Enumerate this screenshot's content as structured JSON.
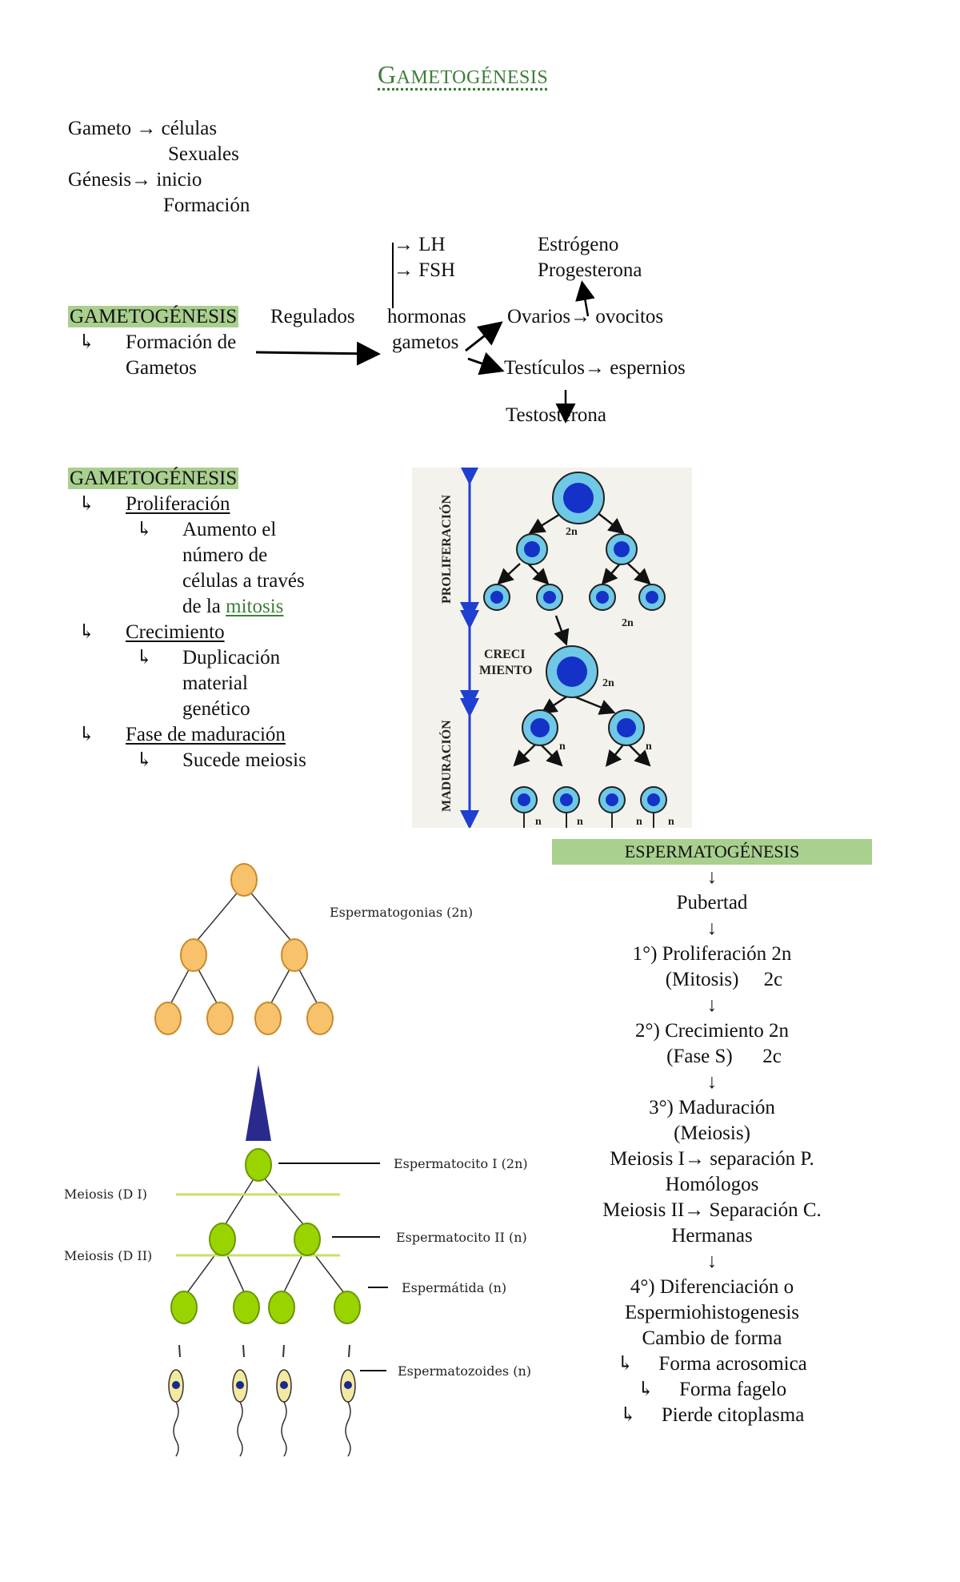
{
  "title": {
    "first": "G",
    "rest": "AMETOGÉNESIS"
  },
  "defs": {
    "gameto": "Gameto → células",
    "sexuales": "Sexuales",
    "genesis": "Génesis→ inicio",
    "formacion": "Formación"
  },
  "flow": {
    "lh": "→ LH",
    "fsh": "→ FSH",
    "estrogeno": "Estrógeno",
    "progesterona": "Progesterona",
    "heading": "GAMETOGÉNESIS",
    "regulados": "Regulados",
    "hormonas": "hormonas",
    "gametos_word": "gametos",
    "ovarios": "Ovarios→ ovocitos",
    "formacion_de": "Formación de",
    "gametos": "Gametos",
    "testiculos": "Testículos→ espernios",
    "testosterona": "Testosterona",
    "hook": "↳"
  },
  "phases": {
    "heading": "GAMETOGÉNESIS",
    "proliferacion": "Proliferación",
    "aumento_1": "Aumento el",
    "aumento_2": "número de",
    "aumento_3": "células a través",
    "aumento_4": "de la",
    "mitosis": "mitosis",
    "crecimiento": "Crecimiento",
    "dup_1": "Duplicación",
    "dup_2": "material",
    "dup_3": "genético",
    "maduracion": "Fase de maduración",
    "sucede": "Sucede meiosis"
  },
  "fig1": {
    "proliferacion": "PROLIFERACIÓN",
    "creci": "CRECI",
    "miento": "MIENTO",
    "maduracion": "MADURACIÓN",
    "lbl_2n": "2n",
    "lbl_n": "n"
  },
  "fig2": {
    "espermatogonias": "Espermatogonias (2n)",
    "espermatocito1": "Espermatocito I (2n)",
    "espermatocito2": "Espermatocito II (n)",
    "espermatida": "Espermátida (n)",
    "espermatozoides": "Espermatozoides (n)",
    "meiosis1": "Meiosis (D I)",
    "meiosis2": "Meiosis (D II)"
  },
  "spermato": {
    "heading": "ESPERMATOGÉNESIS",
    "arrow": "↓",
    "pubertad": "Pubertad",
    "p1": "1°) Proliferación 2n",
    "p1b": "(Mitosis)     2c",
    "p2": "2°) Crecimiento 2n",
    "p2b": "(Fase S)      2c",
    "p3": "3°) Maduración",
    "p3b": "(Meiosis)",
    "m1": "Meiosis I→ separación P.",
    "m1b": "Homólogos",
    "m2": "Meiosis II→ Separación C.",
    "m2b": "Hermanas",
    "p4": "4°) Diferenciación o",
    "p4b": "Espermiohistogenesis",
    "cambio": "Cambio de forma",
    "f1": "Forma acrosomica",
    "f2": "Forma fagelo",
    "f3": "Pierde citoplasma",
    "hook": "↳"
  },
  "colors": {
    "highlight": "#a9d08e",
    "title_green": "#3f7d3a",
    "cell_blue": "#1432c8",
    "cell_light": "#6ec8e6",
    "gonia_orange": "#f7c26b",
    "cyte_green": "#9ad400",
    "arrow_blue": "#1f3fd0"
  }
}
